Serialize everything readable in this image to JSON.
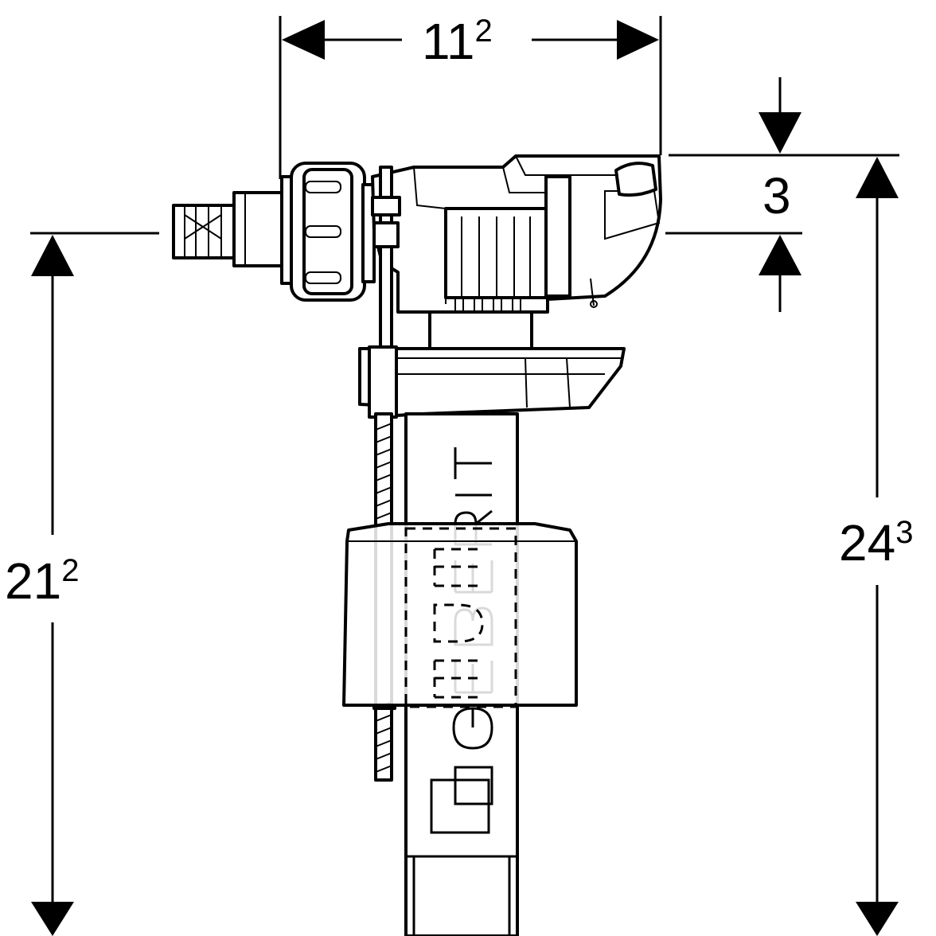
{
  "dimensions": {
    "width_top": {
      "main": "11",
      "sup": "2"
    },
    "height_small": {
      "main": "3",
      "sup": ""
    },
    "height_left": {
      "main": "21",
      "sup": "2"
    },
    "height_right": {
      "main": "24",
      "sup": "3"
    }
  },
  "colors": {
    "line": "#000000",
    "background": "#ffffff"
  },
  "icons": {
    "brand_mark": "geberit-logo",
    "square_mark": "square-outline-icon"
  }
}
